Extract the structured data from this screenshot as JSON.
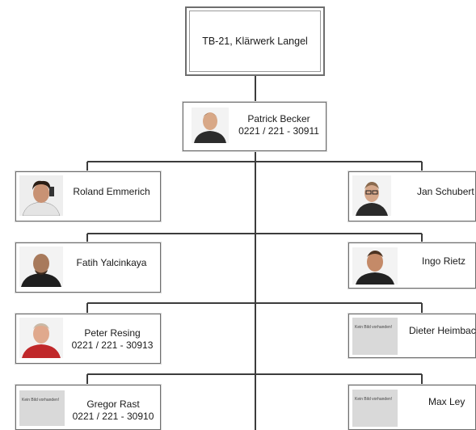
{
  "root": {
    "title": "TB-21, Klärwerk Langel"
  },
  "manager": {
    "name": "Patrick Becker",
    "phone": "0221 / 221 - 30911"
  },
  "no_image_label": "Kein Bild vorhanden!",
  "people": {
    "roland": {
      "name": "Roland Emmerich"
    },
    "jan": {
      "name": "Jan Schubert"
    },
    "fatih": {
      "name": "Fatih Yalcinkaya"
    },
    "ingo": {
      "name": "Ingo Rietz"
    },
    "peter": {
      "name": "Peter Resing",
      "phone": "0221 / 221 - 30913"
    },
    "dieter": {
      "name": "Dieter Heimbac"
    },
    "gregor": {
      "name": "Gregor Rast",
      "phone": "0221 / 221 - 30910"
    },
    "max": {
      "name": "Max Ley"
    }
  },
  "colors": {
    "line": "#3c3c3c",
    "border": "#6e6e6e",
    "placeholder": "#d9d9d9"
  }
}
